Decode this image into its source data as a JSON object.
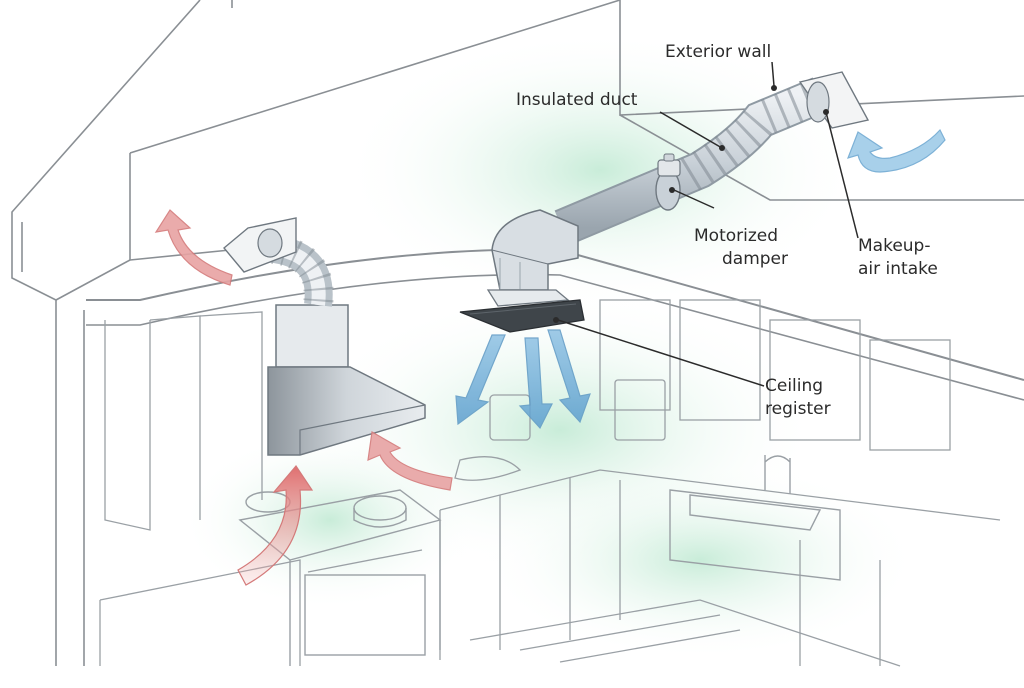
{
  "labels": {
    "exterior_wall": "Exterior wall",
    "insulated_duct": "Insulated duct",
    "motorized_damper_line1": "Motorized",
    "motorized_damper_line2": "damper",
    "makeup_air_line1": "Makeup-",
    "makeup_air_line2": "air intake",
    "ceiling_register_line1": "Ceiling",
    "ceiling_register_line2": "register"
  },
  "colors": {
    "exhaust_arrow": "#e07a7a",
    "supply_arrow": "#7fb6dc",
    "duct_metal": "#cfd6dc",
    "wash_green": "#c8ecd8",
    "line_gray": "#8a8f94"
  }
}
